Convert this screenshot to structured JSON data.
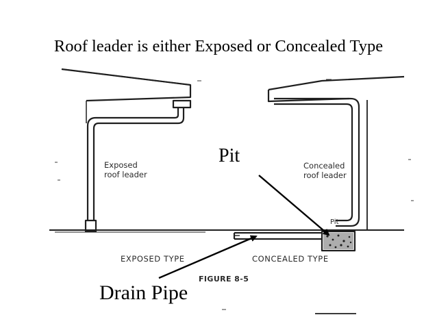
{
  "title": "Roof leader is either Exposed or Concealed Type",
  "figure": {
    "exposed_label_line1": "Exposed",
    "exposed_label_line2": "roof leader",
    "concealed_label_line1": "Concealed",
    "concealed_label_line2": "roof leader",
    "pit_small_label": "Pit",
    "exposed_type_caption": "EXPOSED TYPE",
    "concealed_type_caption": "CONCEALED TYPE",
    "figure_number": "FIGURE 8-5"
  },
  "callouts": {
    "pit": "Pit",
    "drain_pipe": "Drain Pipe"
  },
  "colors": {
    "ink": "#1e1e1e",
    "background": "#ffffff"
  }
}
